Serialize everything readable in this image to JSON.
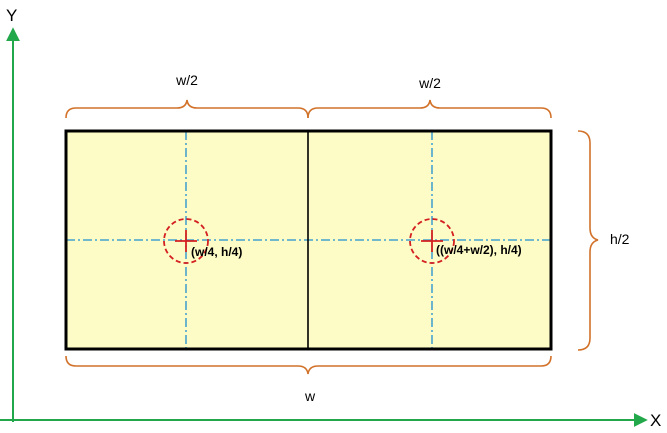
{
  "axes": {
    "x_label": "X",
    "y_label": "Y"
  },
  "dimensions": {
    "left_half_width": "w/2",
    "right_half_width": "w/2",
    "total_width": "w",
    "height": "h/2"
  },
  "points": {
    "left_center": "(w/4, h/4)",
    "right_center": "((w/4+w/2), h/4)"
  },
  "colors": {
    "axis": "#22a84a",
    "rect_fill": "#fdfbc6",
    "rect_stroke": "#000000",
    "brace": "#d2722a",
    "centerline": "#1f8fd0",
    "marker": "#d42020"
  }
}
